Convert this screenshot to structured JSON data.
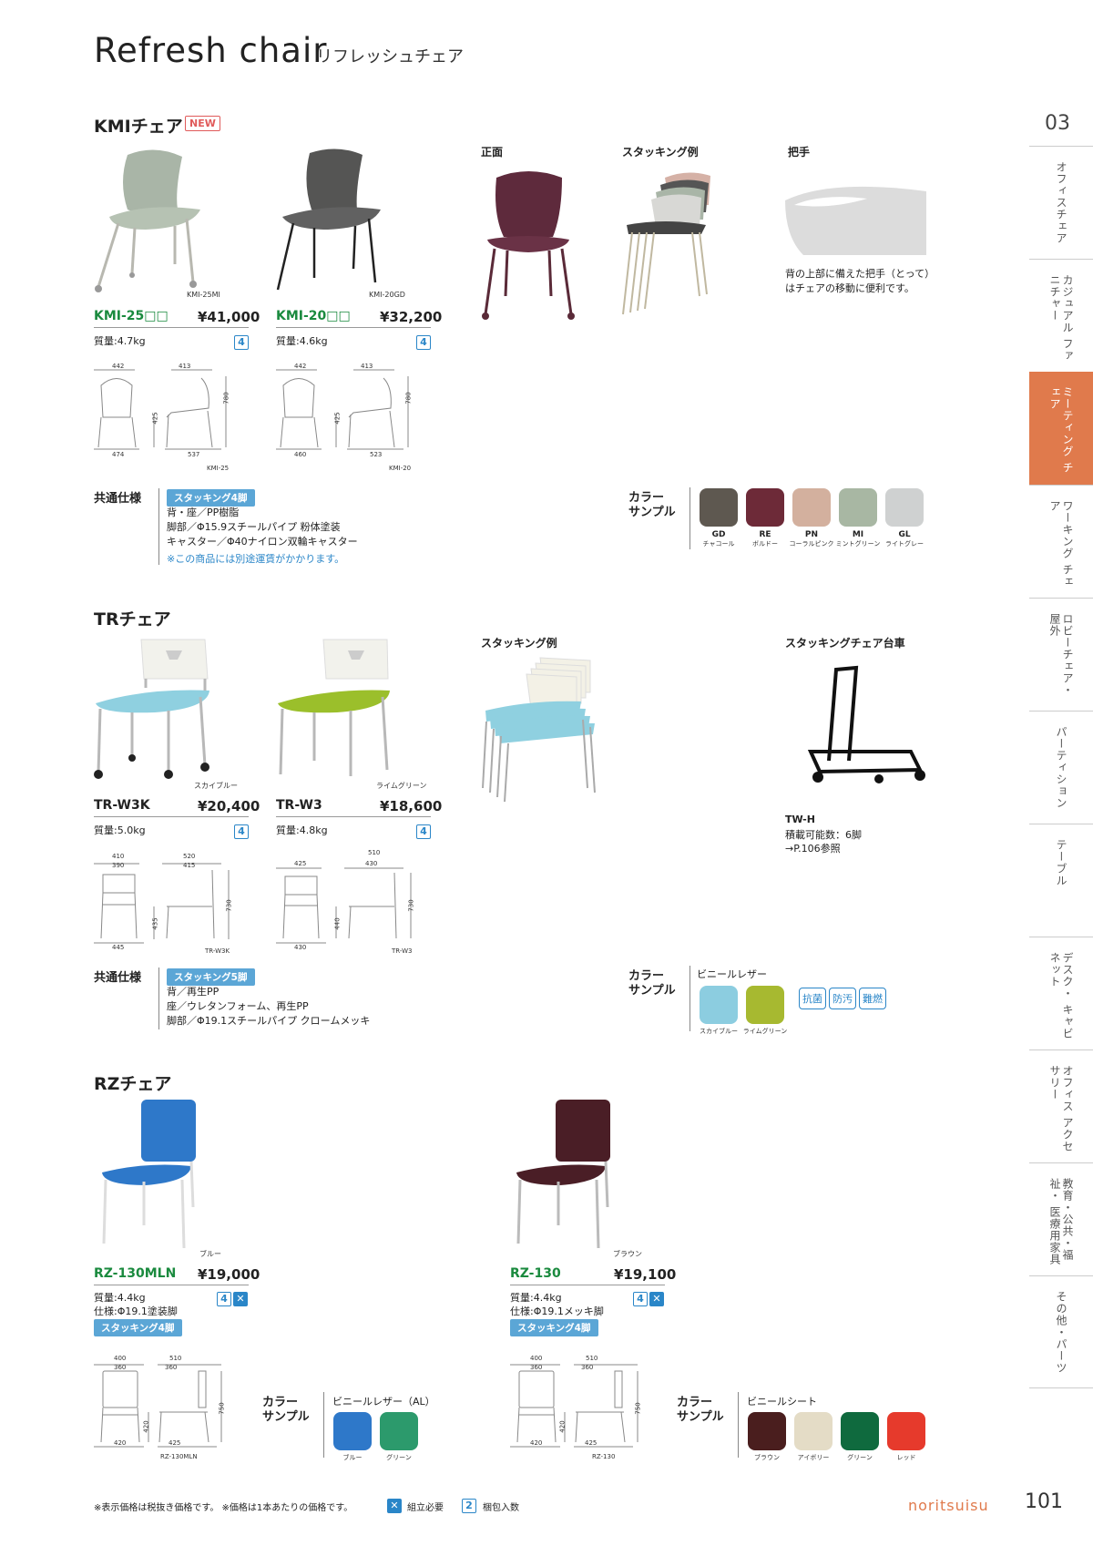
{
  "header": {
    "title": "Refresh chair",
    "subtitle": "リフレッシュチェア"
  },
  "sidebar": {
    "chapter": "03",
    "items": [
      {
        "label": "オフィスチェア"
      },
      {
        "label": "カジュアル ファニチャー"
      },
      {
        "label": "ミーティング チェア",
        "active": true
      },
      {
        "label": "ワーキング チェア"
      },
      {
        "label": "ロビーチェア・ 屋外"
      },
      {
        "label": "パーティション"
      },
      {
        "label": "テーブル"
      },
      {
        "label": "デスク・ キャビネット"
      },
      {
        "label": "オフィス アクセサリー"
      },
      {
        "label": "教育・公共・福祉・ 医療用家具"
      },
      {
        "label": "その他・パーツ"
      }
    ]
  },
  "kmi": {
    "title": "KMIチェア",
    "new_badge": "NEW",
    "view_front": "正面",
    "view_stacking": "スタッキング例",
    "view_handle": "把手",
    "handle_note_1": "背の上部に備えた把手（とって）",
    "handle_note_2": "はチェアの移動に便利です。",
    "products": [
      {
        "img_label": "KMI-25MI",
        "code": "KMI-25□□",
        "price": "¥41,000",
        "weight": "質量:4.7kg",
        "pack": "4",
        "dims": {
          "w1": "442",
          "w2": "413",
          "h1": "425",
          "h2": "780",
          "d1": "474",
          "d2": "537",
          "model": "KMI-25"
        }
      },
      {
        "img_label": "KMI-20GD",
        "code": "KMI-20□□",
        "price": "¥32,200",
        "weight": "質量:4.6kg",
        "pack": "4",
        "dims": {
          "w1": "442",
          "w2": "413",
          "h1": "425",
          "h2": "780",
          "d1": "460",
          "d2": "523",
          "model": "KMI-20"
        }
      }
    ],
    "spec_label": "共通仕様",
    "stack_badge": "スタッキング4脚",
    "spec_lines": [
      "背・座／PP樹脂",
      "脚部／Φ15.9スチールパイプ 粉体塗装",
      "キャスター／Φ40ナイロン双輪キャスター"
    ],
    "spec_note": "※この商品には別途運賃がかかります。",
    "color_label_1": "カラー",
    "color_label_2": "サンプル",
    "colors": [
      {
        "code": "GD",
        "name": "チャコール",
        "hex": "#5e5850"
      },
      {
        "code": "RE",
        "name": "ボルドー",
        "hex": "#6d2a38"
      },
      {
        "code": "PN",
        "name": "コーラルピンク",
        "hex": "#d3b09e"
      },
      {
        "code": "MI",
        "name": "ミントグリーン",
        "hex": "#a8b7a3"
      },
      {
        "code": "GL",
        "name": "ライトグレー",
        "hex": "#cfd1d1"
      }
    ]
  },
  "tr": {
    "title": "TRチェア",
    "view_stacking": "スタッキング例",
    "view_cart": "スタッキングチェア台車",
    "cart_code": "TW-H",
    "cart_capacity": "積載可能数：6脚",
    "cart_ref": "→P.106参照",
    "products": [
      {
        "img_label": "スカイブルー",
        "code": "TR-W3K",
        "price": "¥20,400",
        "weight": "質量:5.0kg",
        "pack": "4",
        "dims": {
          "w1": "410",
          "w1b": "390",
          "w2": "520",
          "w2b": "415",
          "h1": "435",
          "h2": "730",
          "d1": "445",
          "model": "TR-W3K"
        }
      },
      {
        "img_label": "ライムグリーン",
        "code": "TR-W3",
        "price": "¥18,600",
        "weight": "質量:4.8kg",
        "pack": "4",
        "dims": {
          "w1": "425",
          "w2": "510",
          "w2b": "430",
          "h1": "440",
          "h2": "730",
          "d1": "430",
          "model": "TR-W3"
        }
      }
    ],
    "spec_label": "共通仕様",
    "stack_badge": "スタッキング5脚",
    "spec_lines": [
      "背／再生PP",
      "座／ウレタンフォーム、再生PP",
      "脚部／Φ19.1スチールパイプ クロームメッキ"
    ],
    "color_label_1": "カラー",
    "color_label_2": "サンプル",
    "material": "ビニールレザー",
    "colors": [
      {
        "name": "スカイブルー",
        "hex": "#8ccde0"
      },
      {
        "name": "ライムグリーン",
        "hex": "#a7b930"
      }
    ],
    "tags": [
      "抗菌",
      "防汚",
      "難燃"
    ]
  },
  "rz": {
    "title": "RZチェア",
    "products": [
      {
        "img_label": "ブルー",
        "code": "RZ-130MLN",
        "price": "¥19,000",
        "weight": "質量:4.4kg",
        "spec": "仕様:Φ19.1塗装脚",
        "pack": "4",
        "stack_badge": "スタッキング4脚",
        "dims": {
          "w1": "400",
          "w1b": "360",
          "w2": "510",
          "w2b": "360",
          "h1": "420",
          "h2": "750",
          "d1": "420",
          "d2": "425",
          "model": "RZ-130MLN"
        },
        "color_label_1": "カラー",
        "color_label_2": "サンプル",
        "material": "ビニールレザー（AL）",
        "colors": [
          {
            "name": "ブルー",
            "hex": "#2e78c9"
          },
          {
            "name": "グリーン",
            "hex": "#2c9a6c"
          }
        ]
      },
      {
        "img_label": "ブラウン",
        "code": "RZ-130",
        "price": "¥19,100",
        "weight": "質量:4.4kg",
        "spec": "仕様:Φ19.1メッキ脚",
        "pack": "4",
        "stack_badge": "スタッキング4脚",
        "dims": {
          "w1": "400",
          "w1b": "360",
          "w2": "510",
          "w2b": "360",
          "h1": "420",
          "h2": "750",
          "d1": "420",
          "d2": "425",
          "model": "RZ-130"
        },
        "color_label_1": "カラー",
        "color_label_2": "サンプル",
        "material": "ビニールシート",
        "colors": [
          {
            "name": "ブラウン",
            "hex": "#4a1e1e"
          },
          {
            "name": "アイボリー",
            "hex": "#e4dcc6"
          },
          {
            "name": "グリーン",
            "hex": "#0f6a3e"
          },
          {
            "name": "レッド",
            "hex": "#e63a2c"
          }
        ]
      }
    ]
  },
  "footer": {
    "note": "※表示価格は税抜き価格です。 ※価格は1本あたりの価格です。",
    "assembly": "組立必要",
    "pack_num": "2",
    "pack": "梱包入数",
    "brand": "noritsuisu",
    "page": "101"
  }
}
